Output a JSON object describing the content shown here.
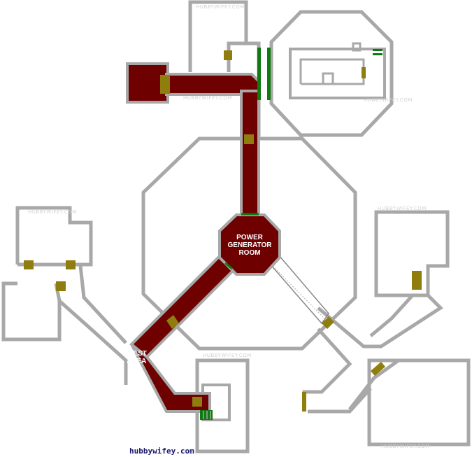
{
  "map": {
    "rooms": {
      "power_generator": {
        "line1": "POWER",
        "line2": "GENERATOR",
        "line3": "ROOM"
      },
      "west_area": {
        "line1": "WEST",
        "line2": "AREA"
      }
    },
    "credit": "hubbywifey.com",
    "watermark": "HUBBYWIFEY.COM",
    "colors": {
      "wall": "#a8a8a8",
      "explored_path": "#6e0000",
      "door": "#8f7d0e",
      "save_point": "#0f7a0f",
      "background": "#ffffff"
    },
    "icons": [
      "door-marker",
      "green-barrier",
      "corridor-outline"
    ]
  }
}
